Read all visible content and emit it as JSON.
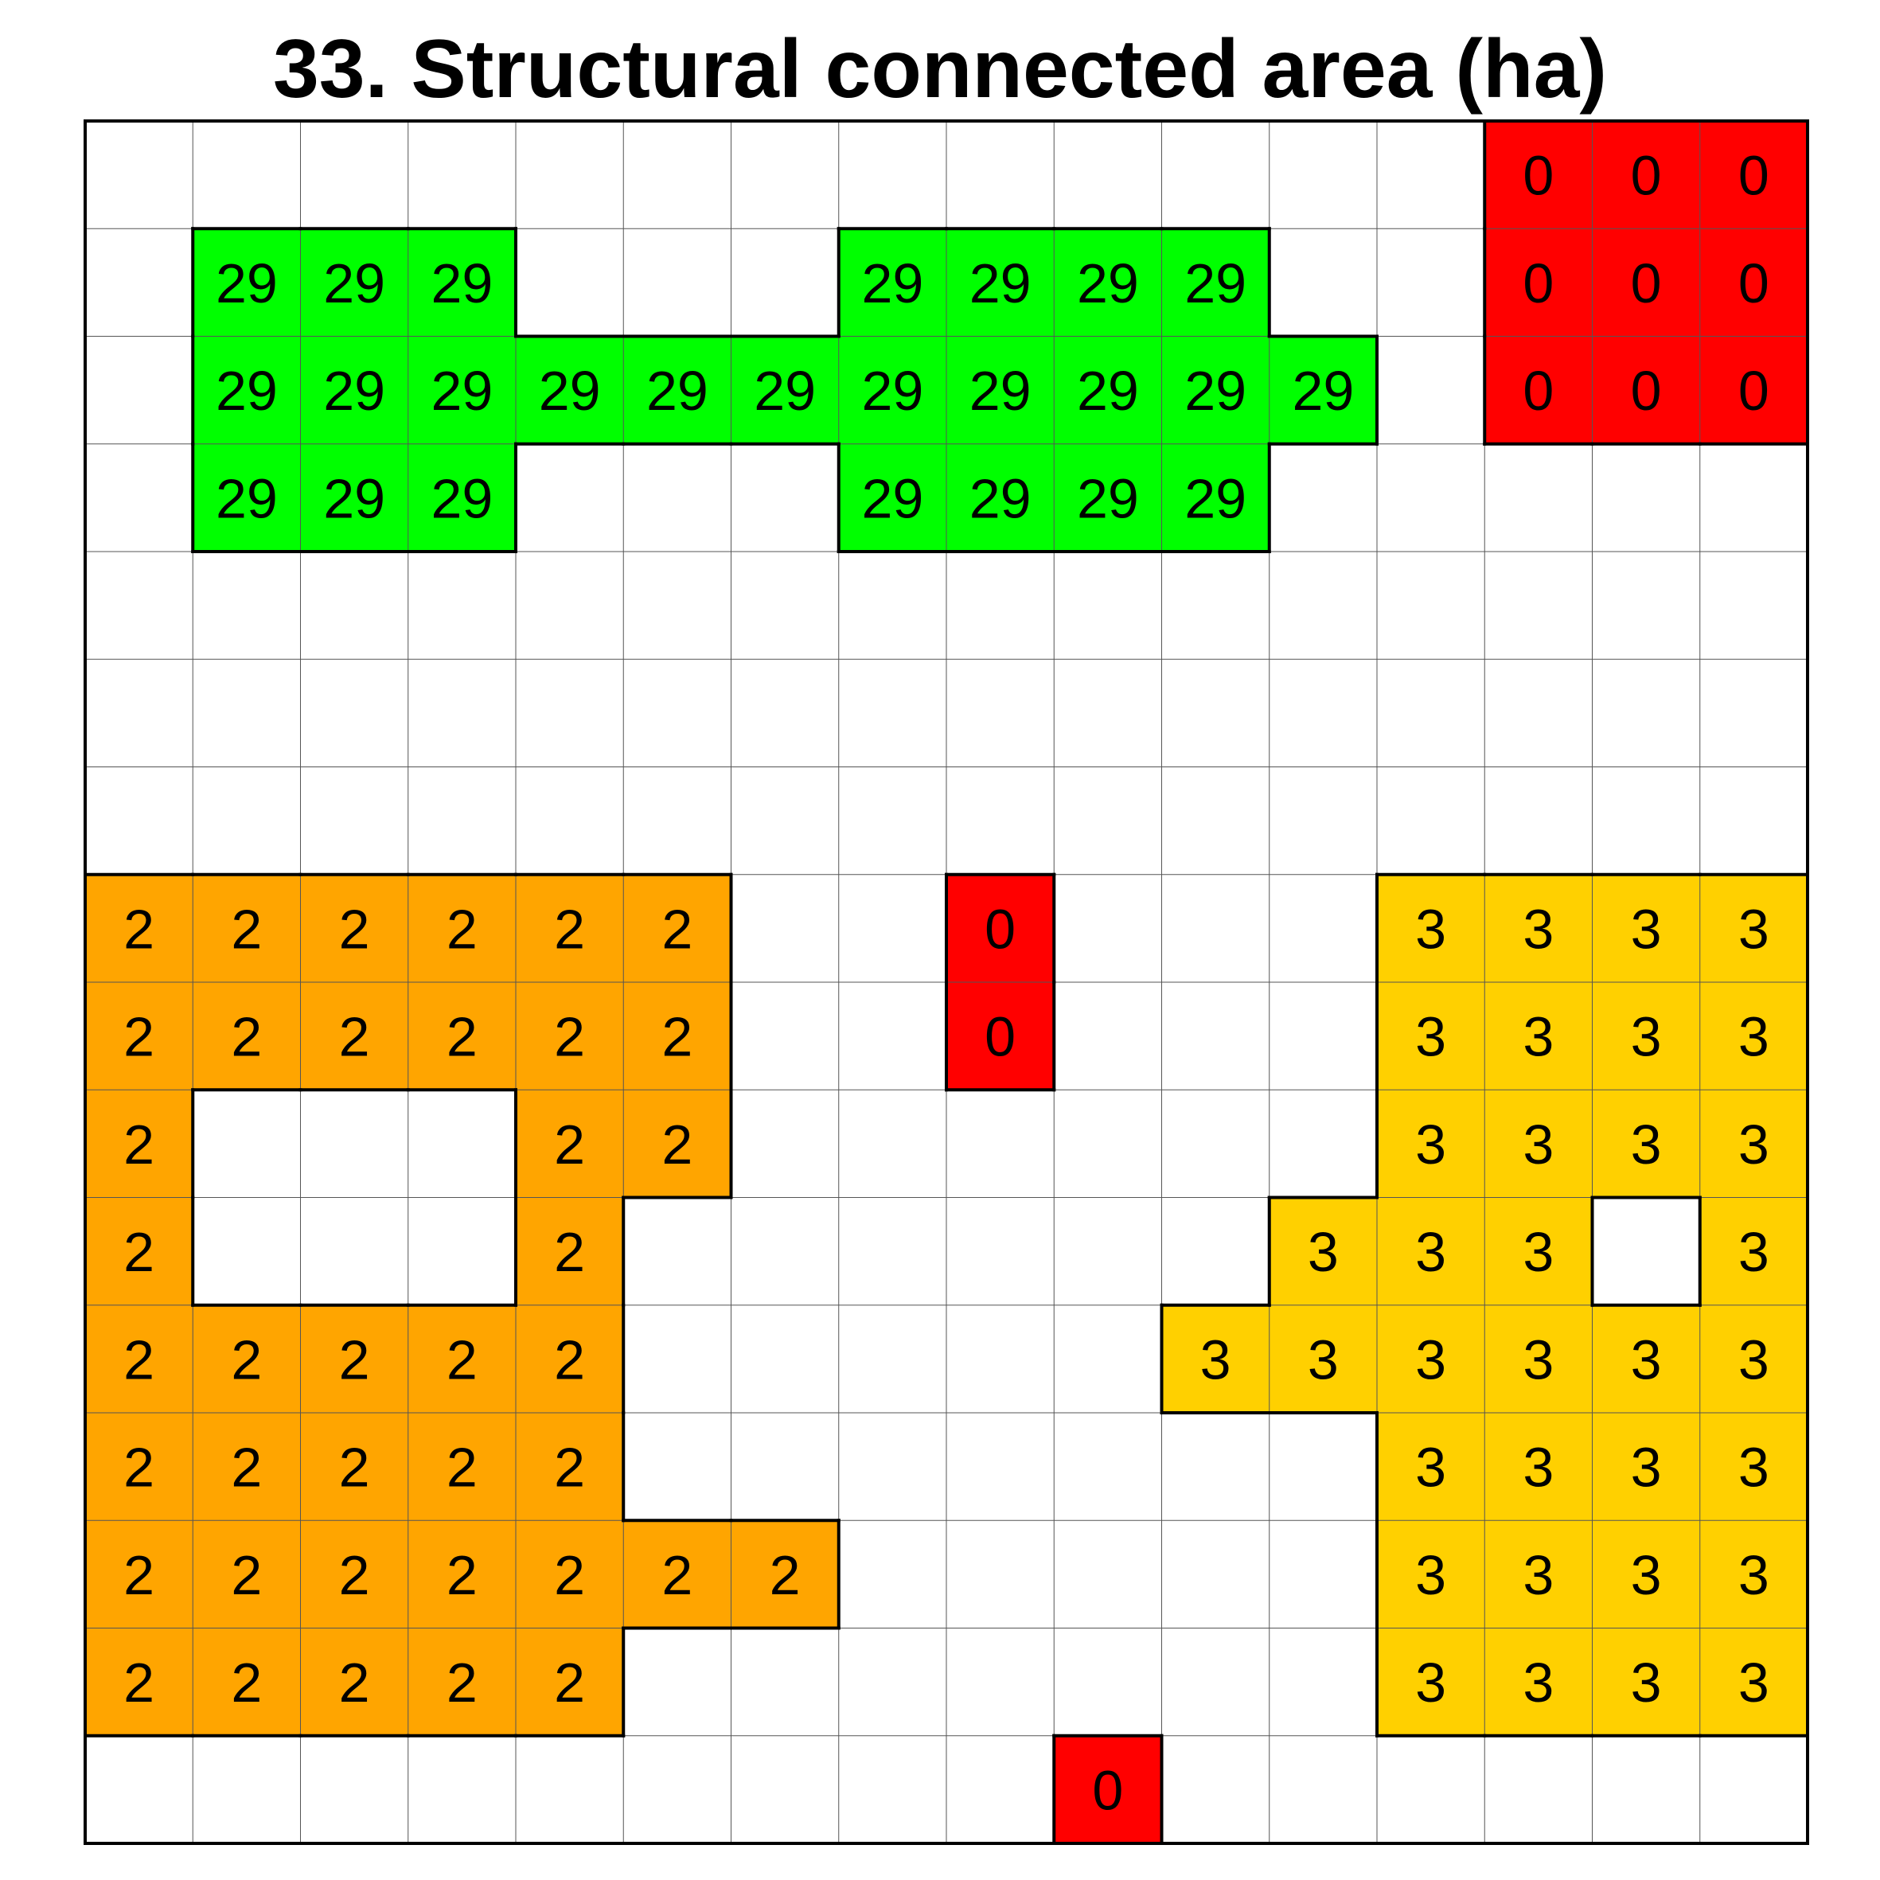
{
  "title": "33. Structural connected area (ha)",
  "grid": {
    "rows": 16,
    "cols": 16,
    "cells": [
      ".............RRR",
      ".GGG...GGGG..RRR",
      ".GGGGGGGGGGG.RRR",
      ".GGG...GGGG.....",
      "................",
      "................",
      "................",
      "OOOOOO..R...YYYY",
      "OOOOOO..R...YYYY",
      "O...OO......YYYY",
      "O...O......YYY.Y",
      "OOOOO.....YYYYYY",
      "OOOOO.......YYYY",
      "OOOOOOO.....YYYY",
      "OOOOO.......YYYY",
      ".........R......"
    ]
  },
  "patches": {
    "G": {
      "label": "29",
      "color": "#00ff00"
    },
    "R": {
      "label": "0",
      "color": "#ff0000"
    },
    "O": {
      "label": "2",
      "color": "#ffa500"
    },
    "Y": {
      "label": "3",
      "color": "#ffd000"
    }
  },
  "colors": {
    "background": "#ffffff",
    "grid_line": "#555555",
    "outline": "#000000"
  }
}
